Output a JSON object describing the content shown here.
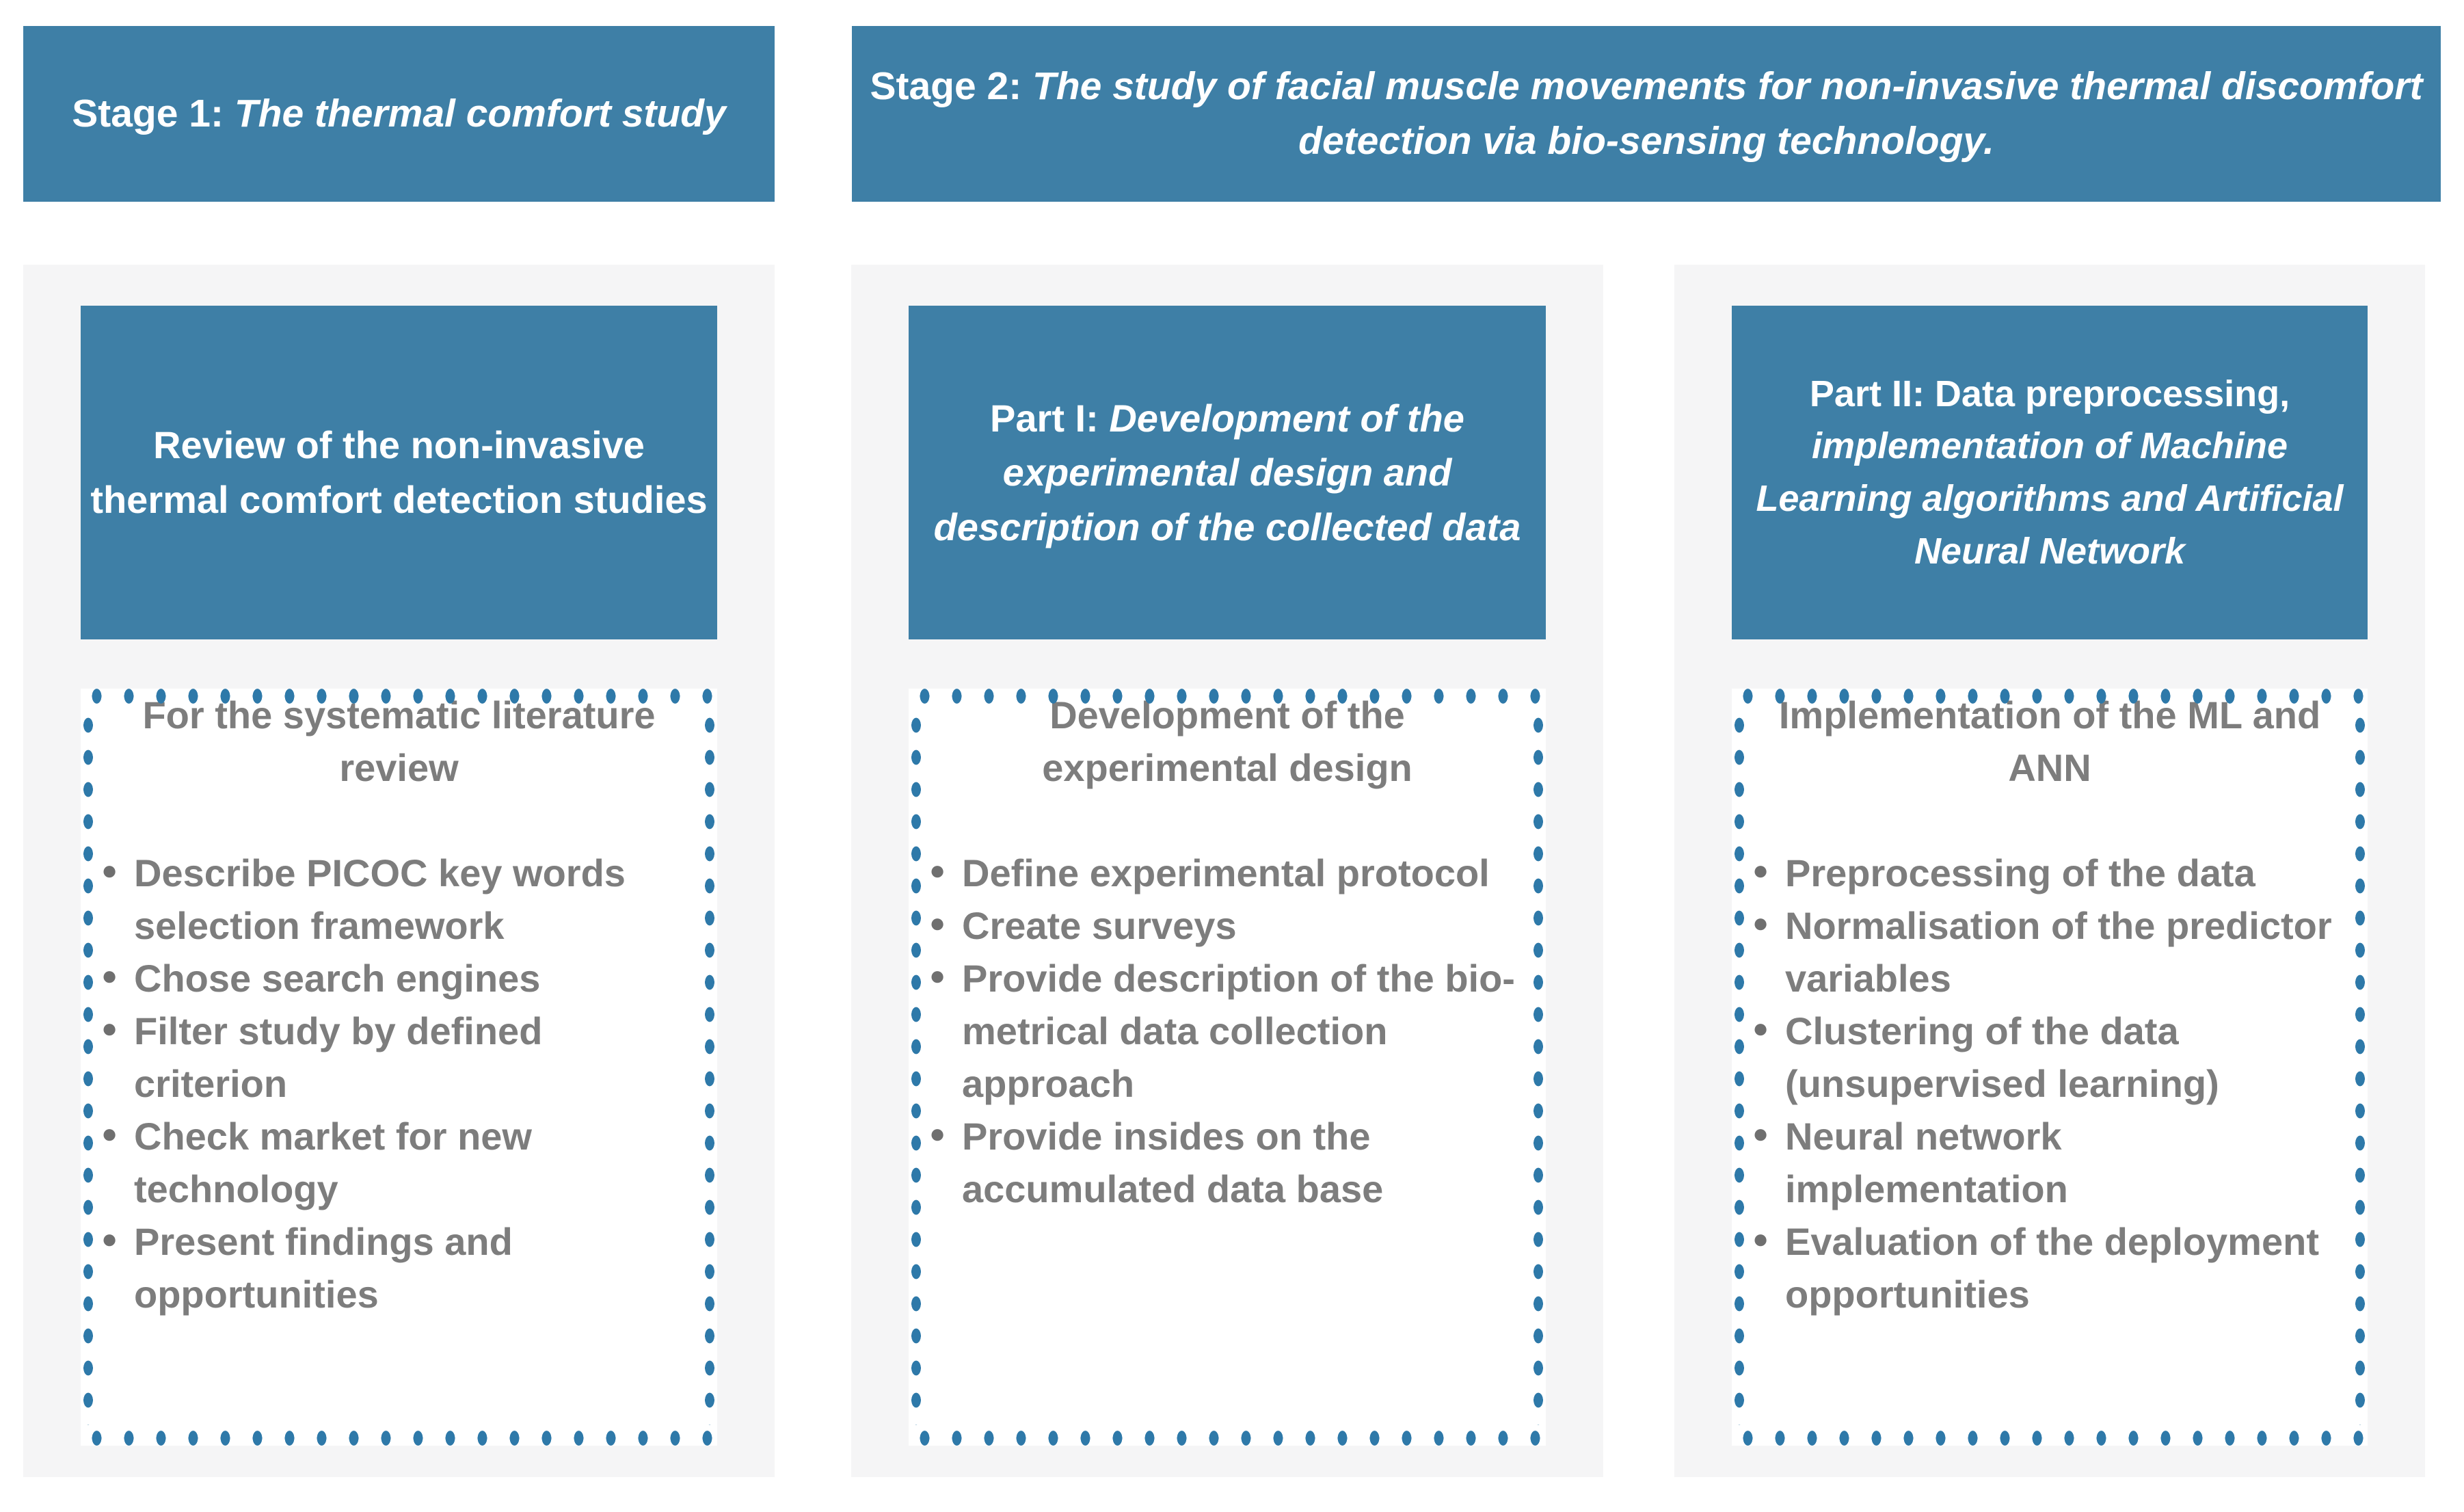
{
  "colors": {
    "accent_teal": "#3e7fa6",
    "dot_blue": "#2e79a9",
    "panel_background": "#f5f5f6",
    "body_text_gray": "#7d7d7d",
    "bullet_gray": "#6f6f6f",
    "header_text": "#ffffff"
  },
  "bullet_glyph": "●",
  "stage_headers": [
    {
      "prefix": "Stage 1: ",
      "italic": "The thermal comfort study"
    },
    {
      "prefix": "Stage 2: ",
      "italic": "The study of facial muscle movements for non-invasive thermal discomfort detection via bio-sensing technology."
    }
  ],
  "columns": [
    {
      "header_prefix": "Review of the non-invasive thermal comfort detection studies",
      "header_italic": "",
      "subtitle": "For the systematic literature review",
      "bullets": [
        "Describe PICOC key words selection framework",
        "Chose search engines",
        "Filter study by defined criterion",
        "Check market for new technology",
        "Present findings and opportunities"
      ]
    },
    {
      "header_prefix": "Part I: ",
      "header_italic": "Development of the experimental design and description of the collected data",
      "subtitle": "Development of the experimental design",
      "bullets": [
        "Define experimental protocol",
        "Create surveys",
        "Provide description of the bio-metrical data collection approach",
        "Provide insides on the accumulated data base"
      ]
    },
    {
      "header_prefix": "Part II: Data preprocessing, ",
      "header_italic": "implementation of Machine Learning algorithms and Artificial Neural Network",
      "subtitle": "Implementation of the ML and ANN",
      "bullets": [
        "Preprocessing of the data",
        "Normalisation of the predictor variables",
        "Clustering of the data (unsupervised learning)",
        "Neural network implementation",
        "Evaluation of the deployment opportunities"
      ]
    }
  ]
}
